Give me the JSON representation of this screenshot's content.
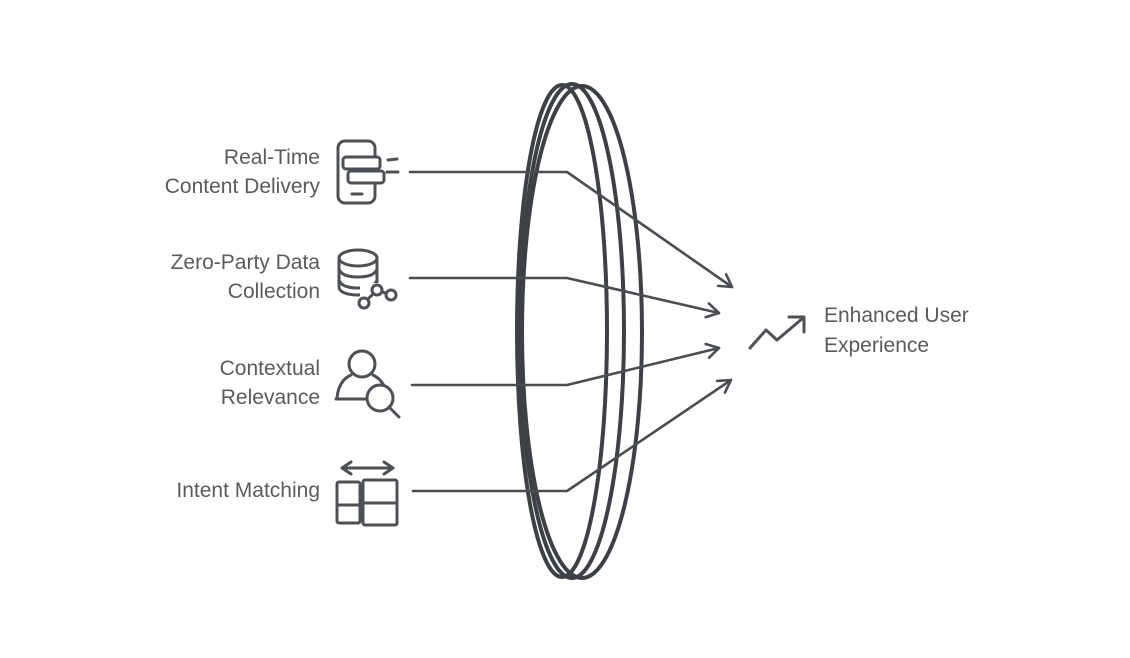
{
  "diagram": {
    "title": "personalization inputs focused through a lens into enhanced user experience",
    "colors": {
      "background": "#ffffff",
      "lens_stroke": "#3d4045",
      "connector_stroke": "#4a4d52",
      "icon_stroke": "#4d5055",
      "text": "#595b5e"
    },
    "inputs": [
      {
        "icon": "mobile-content-icon",
        "lines": [
          "Real-Time",
          "Content Delivery"
        ]
      },
      {
        "icon": "database-network-icon",
        "lines": [
          "Zero-Party Data",
          "Collection"
        ]
      },
      {
        "icon": "user-search-icon",
        "lines": [
          "Contextual",
          "Relevance"
        ]
      },
      {
        "icon": "layout-resize-icon",
        "lines": [
          "Intent Matching"
        ]
      }
    ],
    "output": {
      "icon": "trend-up-icon",
      "lines": [
        "Enhanced User",
        "Experience"
      ]
    }
  }
}
